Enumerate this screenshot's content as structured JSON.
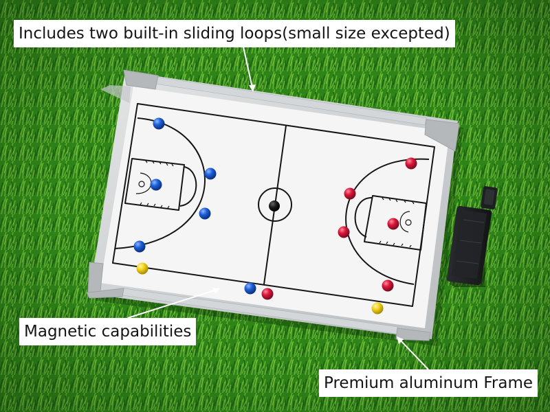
{
  "callouts": {
    "sliding_loops": "Includes two built-in sliding loops(small size excepted)",
    "magnetic": "Magnetic capabilities",
    "frame": "Premium aluminum Frame"
  },
  "colors": {
    "grass_dark": "#1f6b12",
    "grass_light": "#5fae2c",
    "board_white": "#f4f5f4",
    "frame_silver": "#c9ccce",
    "line_black": "#151515",
    "magnet_blue": "#1c5fd8",
    "magnet_red": "#d8163a",
    "magnet_yellow": "#f2d21a",
    "eraser_black": "#1a1b1d"
  },
  "objects": {
    "board": "basketball-tactics-magnetic-whiteboard",
    "eraser": "magnetic-board-eraser"
  }
}
